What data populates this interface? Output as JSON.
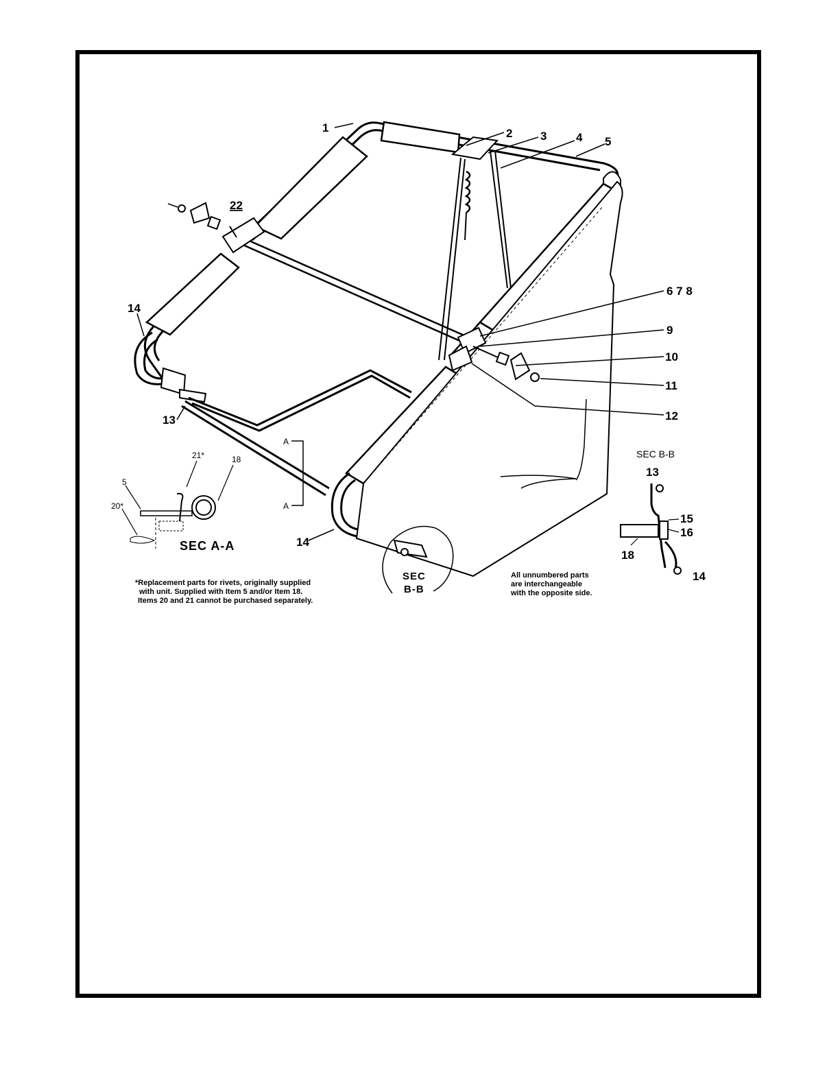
{
  "callouts": {
    "c1": "1",
    "c2": "2",
    "c3": "3",
    "c4": "4",
    "c5": "5",
    "c678": "6 7 8",
    "c9": "9",
    "c10": "10",
    "c11": "11",
    "c12": "12",
    "c13": "13",
    "c14a": "14",
    "c14b": "14",
    "c22": "22"
  },
  "section_aa": {
    "title": "SEC  A-A",
    "marker_a_top": "A",
    "marker_a_bottom": "A",
    "c5": "5",
    "c18": "18",
    "c20": "20*",
    "c21": "21*"
  },
  "section_bb": {
    "title": "SEC  B-B",
    "circle_sec": "SEC",
    "circle_bb": "B-B",
    "c13": "13",
    "c14": "14",
    "c15": "15",
    "c16": "16",
    "c18": "18"
  },
  "notes": {
    "replacement_line1": "*Replacement parts for rivets, originally supplied",
    "replacement_line2": "with unit. Supplied with Item 5 and/or Item 18.",
    "replacement_line3": "Items 20 and 21 cannot be purchased separately.",
    "unnumbered_line1": "All unnumbered parts",
    "unnumbered_line2": "are interchangeable",
    "unnumbered_line3": "with the opposite side."
  }
}
